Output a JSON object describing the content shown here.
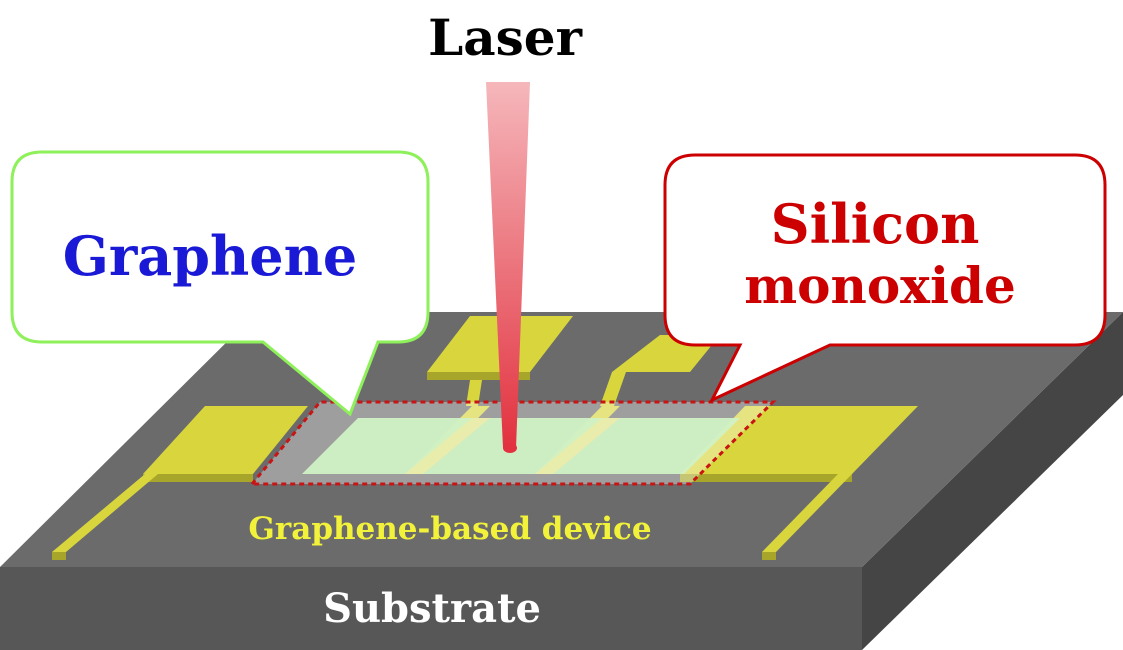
{
  "labels": {
    "laser": "Laser",
    "graphene": "Graphene",
    "silicon_line1": "Silicon",
    "silicon_line2": "monoxide",
    "device": "Graphene-based device",
    "substrate": "Substrate"
  },
  "colors": {
    "laser_text": "#000000",
    "graphene_text": "#1a1ad6",
    "silicon_text": "#cc0000",
    "device_text": "#f2f23a",
    "substrate_text": "#ffffff",
    "graphene_callout_border": "#8ef05a",
    "silicon_callout_border": "#cc0000",
    "substrate_top": "#6b6b6b",
    "substrate_front": "#555555",
    "substrate_side": "#444444",
    "electrode": "#d8d63c",
    "graphene_film": "#b6eba6",
    "laser_beam": "#e84a5a"
  }
}
